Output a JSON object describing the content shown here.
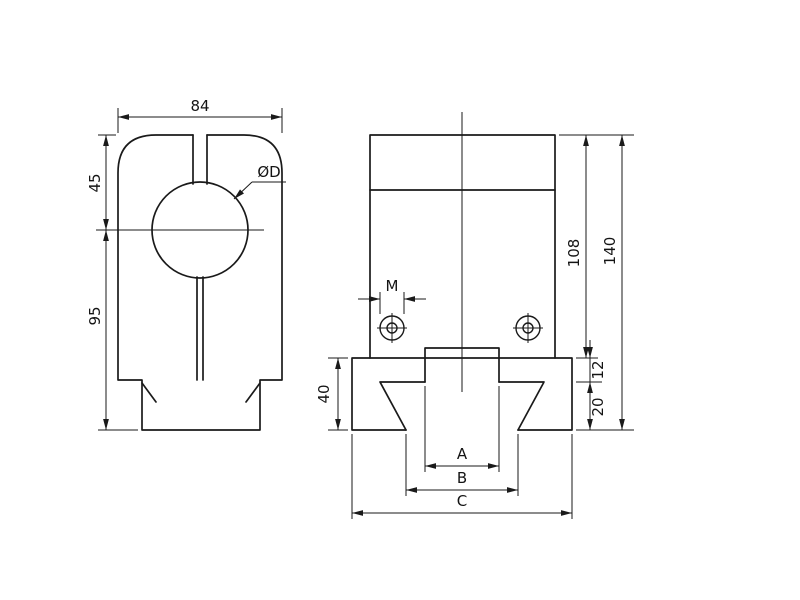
{
  "colors": {
    "line": "#1a1a1a",
    "background": "#ffffff"
  },
  "side_view": {
    "labels": {
      "width": "84",
      "top_to_center": "45",
      "center_to_base": "95",
      "bore_diameter": "ØD"
    }
  },
  "front_view": {
    "labels": {
      "thread": "M",
      "upper_height": "108",
      "total_height": "140",
      "lip_height": "12",
      "groove_depth": "20",
      "base_height": "40",
      "width_a": "A",
      "width_b": "B",
      "width_c": "C"
    }
  }
}
